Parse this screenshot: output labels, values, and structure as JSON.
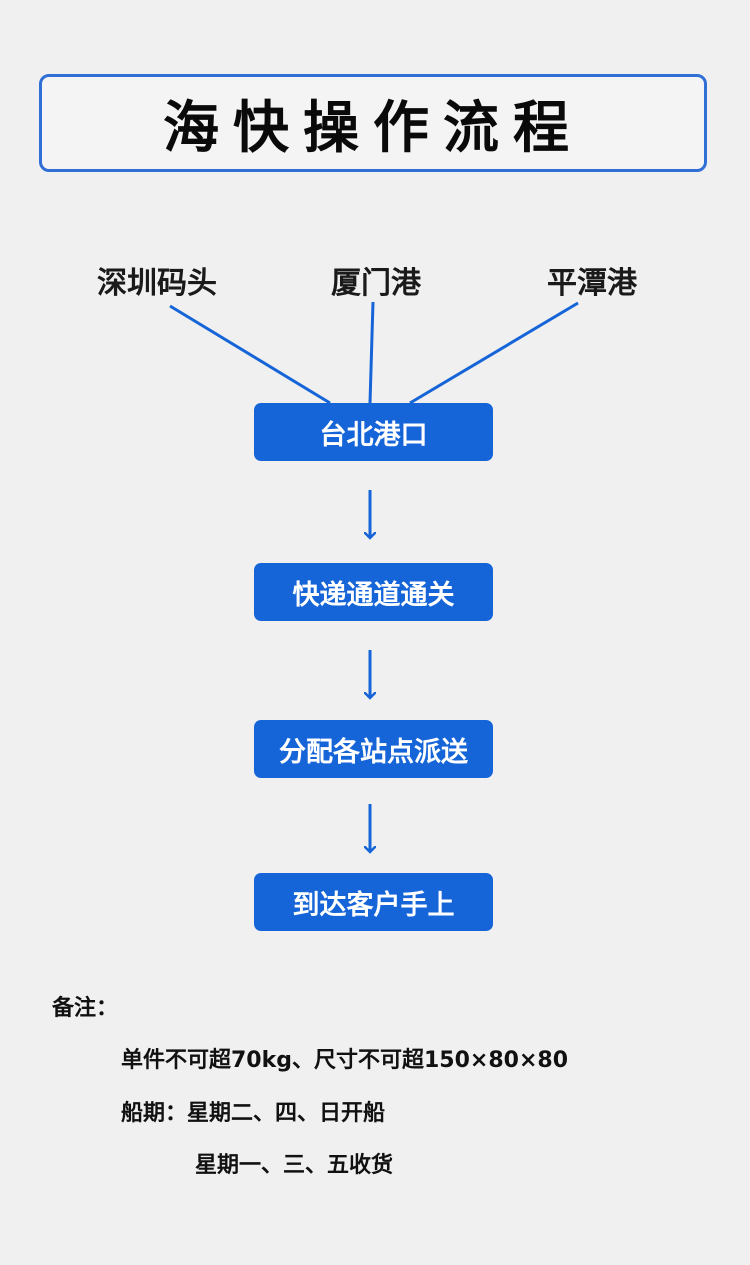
{
  "title": "海快操作流程",
  "origins": [
    "深圳码头",
    "厦门港",
    "平潭港"
  ],
  "steps": [
    "台北港口",
    "快递通道通关",
    "分配各站点派送",
    "到达客户手上"
  ],
  "notes": {
    "label": "备注：",
    "line1": "单件不可超70kg、尺寸不可超150×80×80",
    "line2": "船期：星期二、四、日开船",
    "line3": "星期一、三、五收货"
  },
  "colors": {
    "accent": "#1565d8",
    "border": "#2f6fd6",
    "background": "#f0f0f0"
  }
}
